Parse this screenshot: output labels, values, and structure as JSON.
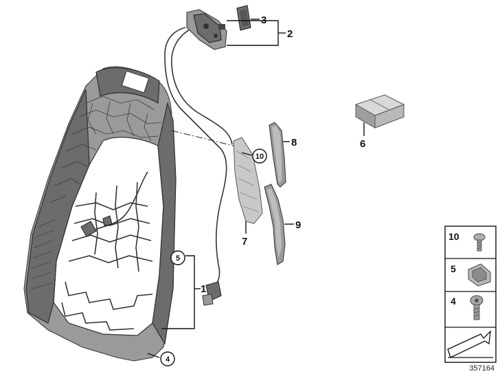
{
  "callouts": {
    "c1": "1",
    "c2": "2",
    "c3": "3",
    "c4": "4",
    "c5": "5",
    "c6": "6",
    "c7": "7",
    "c8": "8",
    "c9": "9",
    "c10": "10"
  },
  "legend": {
    "items": [
      {
        "label": "10",
        "icon": "screw-icon"
      },
      {
        "label": "5",
        "icon": "clip-icon"
      },
      {
        "label": "4",
        "icon": "bolt-icon"
      }
    ],
    "arrow_icon": "arrow-icon"
  },
  "reference_number": "357164"
}
